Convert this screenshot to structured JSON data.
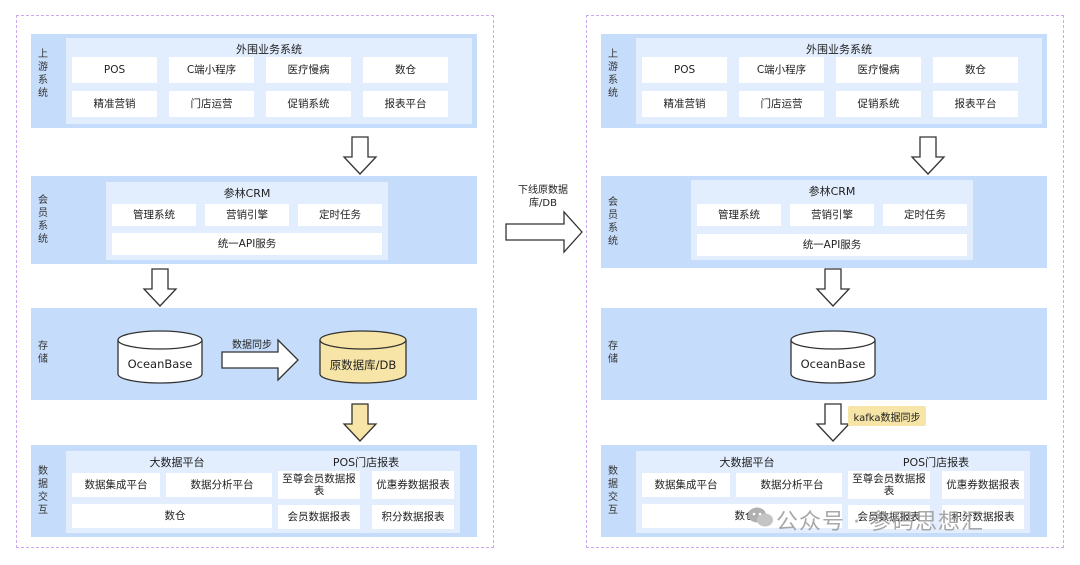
{
  "left": {
    "upstream": {
      "label": "上游系统",
      "title": "外围业务系统",
      "items": [
        "POS",
        "C端小程序",
        "医疗慢病",
        "数仓",
        "精准营销",
        "门店运营",
        "促销系统",
        "报表平台"
      ]
    },
    "member": {
      "label": "会员系统",
      "title": "参林CRM",
      "items": [
        "管理系统",
        "营销引擎",
        "定时任务"
      ],
      "api": "统一API服务"
    },
    "storage": {
      "label": "存储",
      "db_main": "OceanBase",
      "db_orig": "原数据库/DB",
      "sync_label": "数据同步"
    },
    "interaction": {
      "label": "数据交互",
      "bigdata": {
        "title": "大数据平台",
        "items": [
          "数据集成平台",
          "数据分析平台"
        ],
        "warehouse": "数仓"
      },
      "pos": {
        "title": "POS门店报表",
        "items": [
          "至尊会员数据报表",
          "优惠券数据报表",
          "会员数据报表",
          "积分数据报表"
        ]
      }
    }
  },
  "transition_label": "下线原数据库/DB",
  "right": {
    "upstream": {
      "label": "上游系统",
      "title": "外围业务系统",
      "items": [
        "POS",
        "C端小程序",
        "医疗慢病",
        "数仓",
        "精准营销",
        "门店运营",
        "促销系统",
        "报表平台"
      ]
    },
    "member": {
      "label": "会员系统",
      "title": "参林CRM",
      "items": [
        "管理系统",
        "营销引擎",
        "定时任务"
      ],
      "api": "统一API服务"
    },
    "storage": {
      "label": "存储",
      "db_main": "OceanBase",
      "sync_tag": "kafka数据同步"
    },
    "interaction": {
      "label": "数据交互",
      "bigdata": {
        "title": "大数据平台",
        "items": [
          "数据集成平台",
          "数据分析平台"
        ],
        "warehouse": "数仓"
      },
      "pos": {
        "title": "POS门店报表",
        "items": [
          "至尊会员数据报表",
          "优惠券数据报表",
          "会员数据报表",
          "积分数据报表"
        ]
      }
    }
  },
  "watermark": "公众号 · 参码思想汇",
  "colors": {
    "layer_bg": "#c5dcfb",
    "inner_bg": "#e2eefe",
    "highlight": "#f6e5a6",
    "panel_border": "#c9a8f0"
  }
}
